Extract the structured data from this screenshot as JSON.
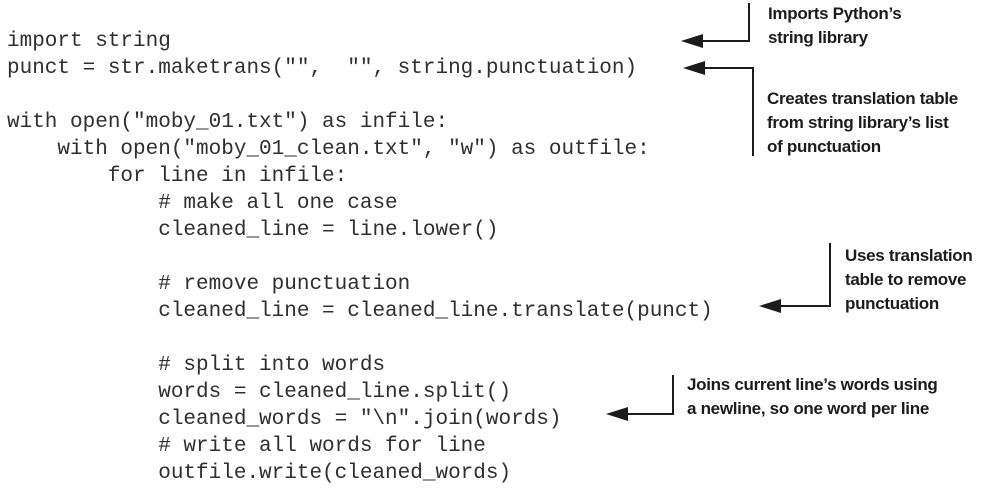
{
  "figure": {
    "background_color": "#ffffff",
    "code_text_color": "#2f2f2f",
    "annotation_text_color": "#1c1c1c",
    "connector_color": "#1c1c1c"
  },
  "code": {
    "lines": [
      "import string",
      "punct = str.maketrans(\"\",  \"\", string.punctuation)",
      "",
      "with open(\"moby_01.txt\") as infile:",
      "    with open(\"moby_01_clean.txt\", \"w\") as outfile:",
      "        for line in infile:",
      "            # make all one case",
      "            cleaned_line = line.lower()",
      "",
      "            # remove punctuation",
      "            cleaned_line = cleaned_line.translate(punct)",
      "",
      "            # split into words",
      "            words = cleaned_line.split()",
      "            cleaned_words = \"\\n\".join(words)",
      "            # write all words for line",
      "            outfile.write(cleaned_words)"
    ]
  },
  "annotations": [
    {
      "text": "Imports Python’s\nstring library"
    },
    {
      "text": "Creates translation table\nfrom string library’s list\nof punctuation"
    },
    {
      "text": "Uses translation\ntable to remove\npunctuation"
    },
    {
      "text": "Joins current line’s words using\na newline, so one word per line"
    }
  ]
}
